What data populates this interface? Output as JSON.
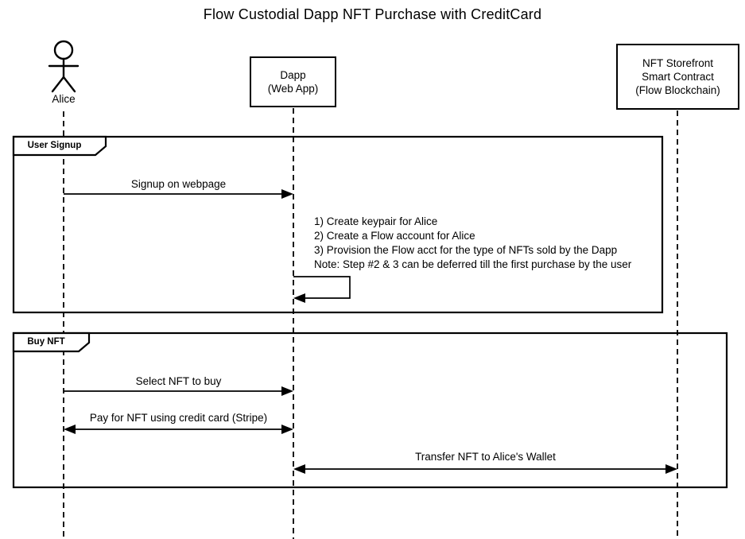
{
  "diagram": {
    "title": "Flow Custodial Dapp NFT Purchase with CreditCard",
    "colors": {
      "line": "#000000",
      "background": "#ffffff",
      "text": "#000000"
    },
    "participants": [
      {
        "type": "actor",
        "label": "Alice"
      },
      {
        "type": "participant",
        "lines": [
          "Dapp",
          "(Web App)"
        ]
      },
      {
        "type": "participant",
        "lines": [
          "NFT Storefront",
          "Smart Contract",
          "(Flow Blockchain)"
        ]
      }
    ],
    "frames": [
      {
        "label": "User Signup"
      },
      {
        "label": "Buy NFT"
      }
    ],
    "messages": [
      {
        "label": "Signup on webpage",
        "from": "Alice",
        "to": "Dapp (Web App)",
        "arrow": "right"
      },
      {
        "label": "Select NFT to buy",
        "from": "Alice",
        "to": "Dapp (Web App)",
        "arrow": "right"
      },
      {
        "label": "Pay for NFT using credit card (Stripe)",
        "from": "Alice",
        "to": "Dapp (Web App)",
        "arrow": "both"
      },
      {
        "label": "Transfer NFT to Alice's Wallet",
        "from": "Dapp (Web App)",
        "to": "NFT Storefront Smart Contract (Flow Blockchain)",
        "arrow": "both"
      }
    ],
    "self_message_note": {
      "lines": [
        "1) Create keypair for Alice",
        "2) Create a Flow account for Alice",
        "3) Provision the Flow acct for the type of NFTs sold by the Dapp",
        "Note: Step #2 & 3 can be deferred till the first purchase by the user"
      ]
    }
  }
}
